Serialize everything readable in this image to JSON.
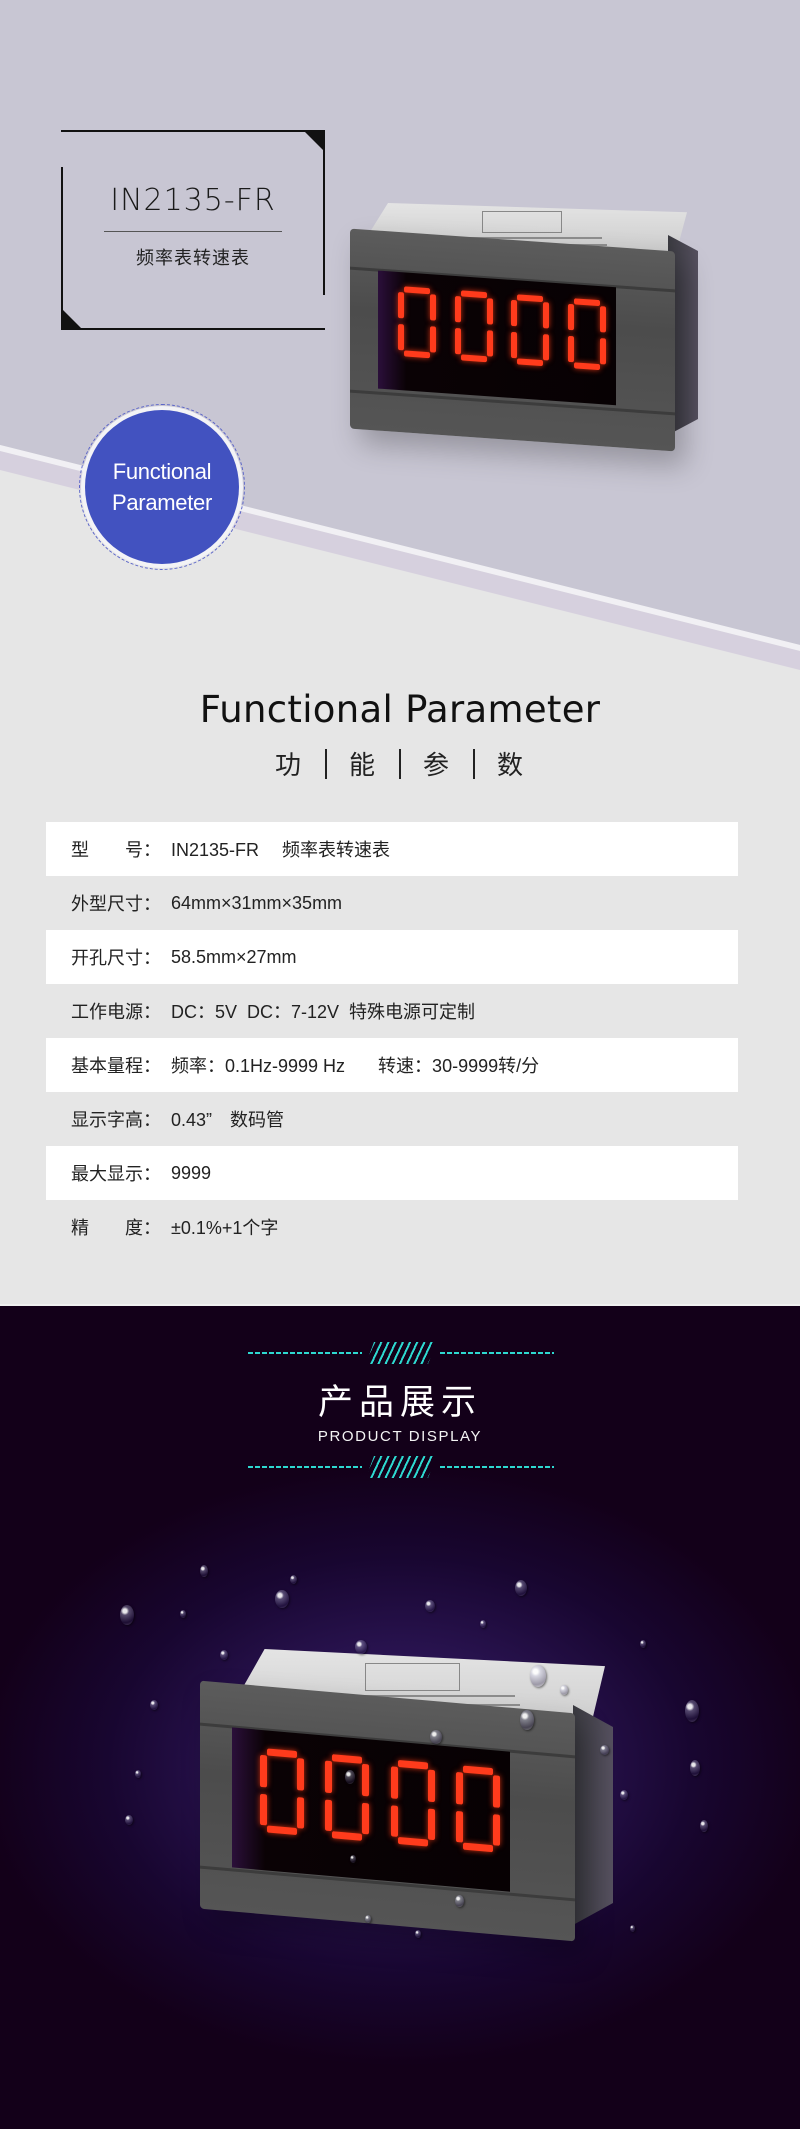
{
  "hero": {
    "model": "IN2135-FR",
    "product_name": "频率表转速表",
    "badge_line1": "Functional",
    "badge_line2": "Parameter",
    "device_display": [
      "0",
      "0",
      "0",
      "0"
    ],
    "colors": {
      "upper_bg": "#c8c6d3",
      "lower_bg": "#e6e6e6",
      "band": "#d6d0de",
      "badge": "#4252c0",
      "led": "#ff3b1c"
    }
  },
  "params": {
    "title": "Functional Parameter",
    "subtitle_chars": [
      "功",
      "能",
      "参",
      "数"
    ],
    "rows": [
      {
        "label": "型　　号：",
        "value": "IN2135-FR　 频率表转速表",
        "bg": "white"
      },
      {
        "label": "外型尺寸：",
        "value": "64mm×31mm×35mm",
        "bg": "gray"
      },
      {
        "label": "开孔尺寸：",
        "value": "58.5mm×27mm",
        "bg": "white"
      },
      {
        "label": "工作电源：",
        "value": "DC：5V  DC：7-12V  特殊电源可定制",
        "bg": "gray"
      },
      {
        "label": "基本量程：",
        "value": "频率：0.1Hz-9999 Hz　   转速：30-9999转/分",
        "bg": "white"
      },
      {
        "label": "显示字高：",
        "value": "0.43”　数码管",
        "bg": "gray"
      },
      {
        "label": "最大显示：",
        "value": "9999",
        "bg": "white"
      },
      {
        "label": "精　　度：",
        "value": "±0.1%+1个字",
        "bg": "gray"
      }
    ]
  },
  "display_section": {
    "title": "产品展示",
    "subtitle": "PRODUCT DISPLAY",
    "device_display": [
      "0",
      "0",
      "0",
      "0"
    ],
    "colors": {
      "bg": "#14001a",
      "glow": "#3a1f6c",
      "accent": "#2ed8d0"
    }
  }
}
